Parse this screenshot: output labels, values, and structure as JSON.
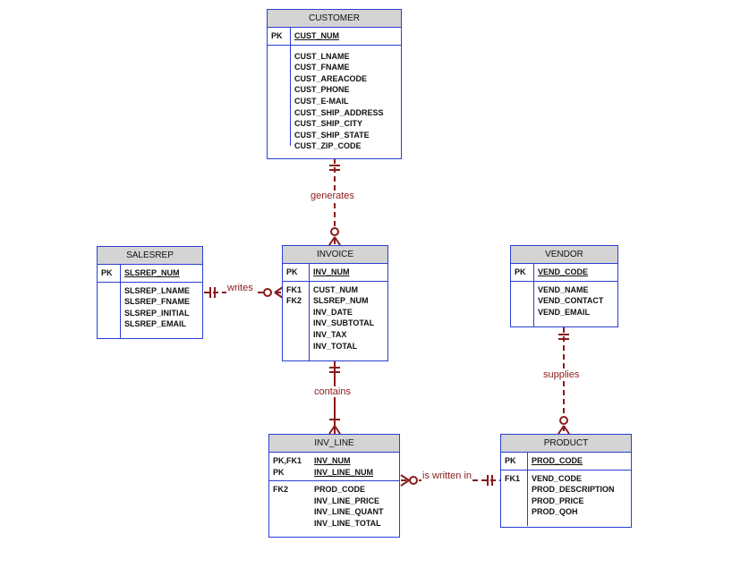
{
  "entities": {
    "customer": {
      "title": "CUSTOMER",
      "pk_keys": [
        "PK"
      ],
      "pk_attrs": [
        "CUST_NUM"
      ],
      "keys": [],
      "attrs": [
        "CUST_LNAME",
        "CUST_FNAME",
        "CUST_AREACODE",
        "CUST_PHONE",
        "CUST_E-MAIL",
        "CUST_SHIP_ADDRESS",
        "CUST_SHIP_CITY",
        "CUST_SHIP_STATE",
        "CUST_ZIP_CODE"
      ]
    },
    "salesrep": {
      "title": "SALESREP",
      "pk_keys": [
        "PK"
      ],
      "pk_attrs": [
        "SLSREP_NUM"
      ],
      "keys": [],
      "attrs": [
        "SLSREP_LNAME",
        "SLSREP_FNAME",
        "SLSREP_INITIAL",
        "SLSREP_EMAIL"
      ]
    },
    "invoice": {
      "title": "INVOICE",
      "pk_keys": [
        "PK"
      ],
      "pk_attrs": [
        "INV_NUM"
      ],
      "keys": [
        "FK1",
        "FK2"
      ],
      "attrs": [
        "CUST_NUM",
        "SLSREP_NUM",
        "INV_DATE",
        "INV_SUBTOTAL",
        "INV_TAX",
        "INV_TOTAL"
      ]
    },
    "vendor": {
      "title": "VENDOR",
      "pk_keys": [
        "PK"
      ],
      "pk_attrs": [
        "VEND_CODE"
      ],
      "keys": [],
      "attrs": [
        "VEND_NAME",
        "VEND_CONTACT",
        "VEND_EMAIL"
      ]
    },
    "inv_line": {
      "title": "INV_LINE",
      "pk_keys": [
        "PK,FK1",
        "PK"
      ],
      "pk_attrs": [
        "INV_NUM",
        "INV_LINE_NUM"
      ],
      "keys": [
        "FK2"
      ],
      "attrs": [
        "PROD_CODE",
        "INV_LINE_PRICE",
        "INV_LINE_QUANT",
        "INV_LINE_TOTAL"
      ]
    },
    "product": {
      "title": "PRODUCT",
      "pk_keys": [
        "PK"
      ],
      "pk_attrs": [
        "PROD_CODE"
      ],
      "keys": [
        "FK1"
      ],
      "attrs": [
        "VEND_CODE",
        "PROD_DESCRIPTION",
        "PROD_PRICE",
        "PROD_QOH"
      ]
    }
  },
  "relationships": {
    "generates": "generates",
    "writes": "writes",
    "contains": "contains",
    "supplies": "supplies",
    "is_written_in": "is written in"
  },
  "colors": {
    "entity_border": "#2a3fd0",
    "header_fill": "#d4d4d4",
    "relationship": "#8b1a1a"
  }
}
